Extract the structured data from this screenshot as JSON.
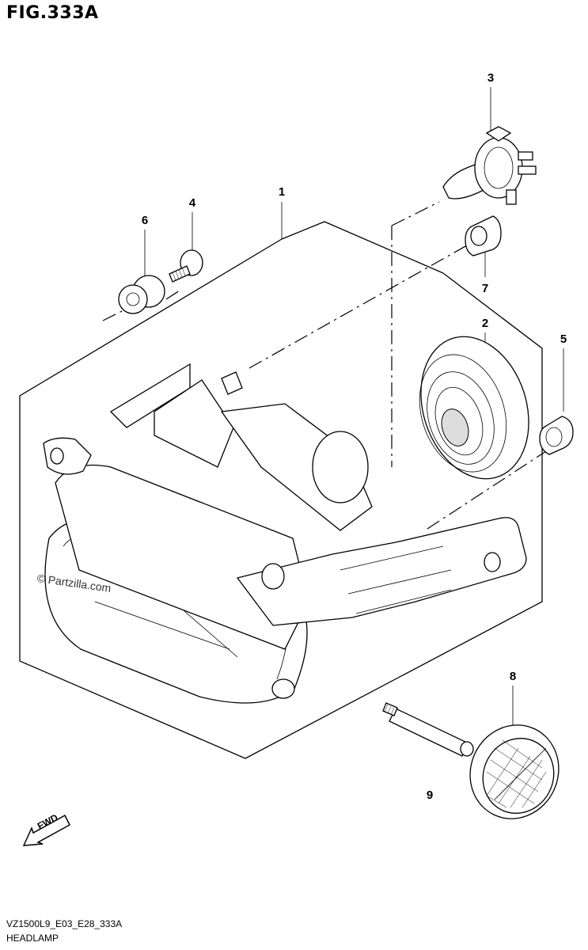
{
  "title": "FIG.333A",
  "callouts": {
    "c1": "1",
    "c2": "2",
    "c3": "3",
    "c4": "4",
    "c5": "5",
    "c6": "6",
    "c7": "7",
    "c8": "8",
    "c9": "9"
  },
  "watermark": "© Partzilla.com",
  "fwd_label": "FWD",
  "footer": {
    "code": "VZ1500L9_E03_E28_333A",
    "caption": "HEADLAMP"
  }
}
